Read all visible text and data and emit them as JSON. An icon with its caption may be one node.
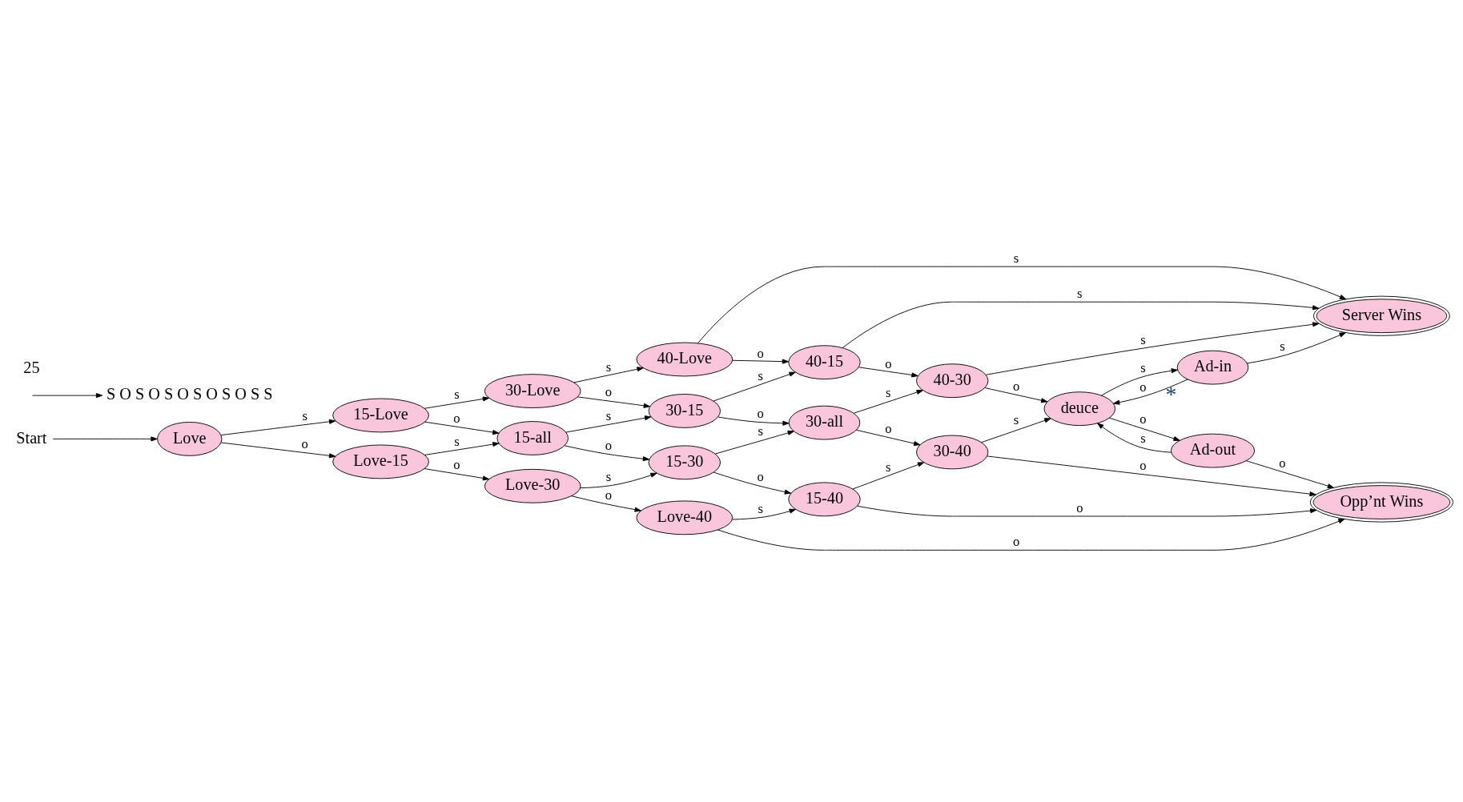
{
  "diagram": {
    "nodes": [
      {
        "text": [
          "Love"
        ]
      },
      {
        "text": [
          "15-Love"
        ]
      },
      {
        "text": [
          "Love-15"
        ]
      },
      {
        "text": [
          "30-Love"
        ]
      },
      {
        "text": [
          "15-all"
        ]
      },
      {
        "text": [
          "Love-30"
        ]
      },
      {
        "text": [
          "40-Love"
        ]
      },
      {
        "text": [
          "30-15"
        ]
      },
      {
        "text": [
          "15-30"
        ]
      },
      {
        "text": [
          "Love-40"
        ]
      },
      {
        "text": [
          "Server Wins"
        ]
      },
      {
        "text": [
          "40-15"
        ]
      },
      {
        "text": [
          "30-all"
        ]
      },
      {
        "text": [
          "15-40"
        ]
      },
      {
        "text": [
          "Opp’nt Wins"
        ]
      },
      {
        "text": [
          "40-30"
        ]
      },
      {
        "text": [
          "30-40"
        ]
      },
      {
        "text": [
          "Ad-in"
        ],
        "beside": [
          "*"
        ]
      },
      {
        "text": [
          "deuce"
        ]
      },
      {
        "text": [
          "Ad-out"
        ]
      },
      {
        "text": [
          "Start"
        ]
      },
      {
        "text": [
          "S O S O S O S O S O S S"
        ]
      }
    ],
    "edges": [
      {
        "from": 20,
        "to": 0,
        "arrow": "to"
      },
      {
        "from": null,
        "to": 21,
        "arrow": "to"
      },
      {
        "from": 0,
        "to": 1,
        "arrow": "to",
        "label": "s"
      },
      {
        "from": 0,
        "to": 2,
        "arrow": "to",
        "label": "o"
      },
      {
        "from": 1,
        "to": 3,
        "arrow": "to",
        "label": "s"
      },
      {
        "from": 1,
        "to": 4,
        "arrow": "to",
        "label": "o"
      },
      {
        "from": 2,
        "to": 4,
        "arrow": "to",
        "label": "s"
      },
      {
        "from": 2,
        "to": 5,
        "arrow": "to",
        "label": "o"
      },
      {
        "from": 3,
        "to": 6,
        "arrow": "to",
        "label": "s"
      },
      {
        "from": 3,
        "to": 7,
        "arrow": "to",
        "label": "o"
      },
      {
        "from": 4,
        "to": 7,
        "arrow": "to",
        "label": "s"
      },
      {
        "from": 4,
        "to": 8,
        "arrow": "to",
        "label": "o"
      },
      {
        "from": 5,
        "to": 8,
        "arrow": "to",
        "label": "s"
      },
      {
        "from": 5,
        "to": 9,
        "arrow": "to",
        "label": "o"
      },
      {
        "from": 6,
        "to": 10,
        "arrow": "to",
        "label": "s"
      },
      {
        "from": 6,
        "to": 11,
        "arrow": "to",
        "label": "o"
      },
      {
        "from": 7,
        "to": 11,
        "arrow": "to",
        "label": "s"
      },
      {
        "from": 7,
        "to": 12,
        "arrow": "to",
        "label": "o"
      },
      {
        "from": 8,
        "to": 12,
        "arrow": "to",
        "label": "s"
      },
      {
        "from": 8,
        "to": 13,
        "arrow": "to",
        "label": "o"
      },
      {
        "from": 9,
        "to": 13,
        "arrow": "to",
        "label": "s"
      },
      {
        "from": 9,
        "to": 14,
        "arrow": "to",
        "label": "o"
      },
      {
        "from": 11,
        "to": 10,
        "arrow": "to",
        "label": "s"
      },
      {
        "from": 11,
        "to": 15,
        "arrow": "to",
        "label": "o"
      },
      {
        "from": 12,
        "to": 15,
        "arrow": "to",
        "label": "s"
      },
      {
        "from": 12,
        "to": 16,
        "arrow": "to",
        "label": "o"
      },
      {
        "from": 13,
        "to": 16,
        "arrow": "to",
        "label": "s"
      },
      {
        "from": 13,
        "to": 14,
        "arrow": "to",
        "label": "o"
      },
      {
        "from": 15,
        "to": 10,
        "arrow": "to",
        "label": "s"
      },
      {
        "from": 15,
        "to": 18,
        "arrow": "to",
        "label": "o"
      },
      {
        "from": 16,
        "to": 18,
        "arrow": "to",
        "label": "s"
      },
      {
        "from": 16,
        "to": 14,
        "arrow": "to",
        "label": "o"
      },
      {
        "from": 18,
        "to": 17,
        "arrow": "to",
        "label": "s"
      },
      {
        "from": 18,
        "to": 19,
        "arrow": "to",
        "label": "o"
      },
      {
        "from": 17,
        "to": 10,
        "arrow": "to",
        "label": "s"
      },
      {
        "from": 17,
        "to": 18,
        "arrow": "to",
        "label": "o"
      },
      {
        "from": 19,
        "to": 18,
        "arrow": "to",
        "label": "s"
      },
      {
        "from": 19,
        "to": 14,
        "arrow": "to",
        "label": "o"
      }
    ],
    "labels": [
      "25"
    ]
  }
}
